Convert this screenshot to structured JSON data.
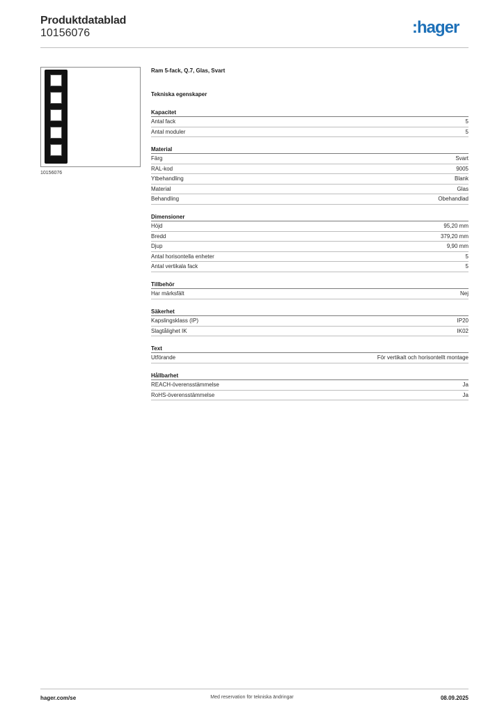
{
  "header": {
    "title": "Produktdatablad",
    "number": "10156076",
    "logo_text": ":hager"
  },
  "image": {
    "caption": "10156076",
    "frame_color": "#111111"
  },
  "product": {
    "title": "Ram 5-fack, Q.7, Glas, Svart",
    "tech_heading": "Tekniska egenskaper"
  },
  "sections": [
    {
      "title": "Kapacitet",
      "rows": [
        {
          "label": "Antal fack",
          "value": "5"
        },
        {
          "label": "Antal moduler",
          "value": "5"
        }
      ]
    },
    {
      "title": "Material",
      "rows": [
        {
          "label": "Färg",
          "value": "Svart"
        },
        {
          "label": "RAL-kod",
          "value": "9005"
        },
        {
          "label": "Ytbehandling",
          "value": "Blank"
        },
        {
          "label": "Material",
          "value": "Glas"
        },
        {
          "label": "Behandling",
          "value": "Obehandlad"
        }
      ]
    },
    {
      "title": "Dimensioner",
      "rows": [
        {
          "label": "Höjd",
          "value": "95,20 mm"
        },
        {
          "label": "Bredd",
          "value": "379,20 mm"
        },
        {
          "label": "Djup",
          "value": "9,90 mm"
        },
        {
          "label": "Antal horisontella enheter",
          "value": "5"
        },
        {
          "label": "Antal vertikala fack",
          "value": "5"
        }
      ]
    },
    {
      "title": "Tillbehör",
      "rows": [
        {
          "label": "Har märksfält",
          "value": "Nej"
        }
      ]
    },
    {
      "title": "Säkerhet",
      "rows": [
        {
          "label": "Kapslingsklass (IP)",
          "value": "IP20"
        },
        {
          "label": "Slagtålighet IK",
          "value": "IK02"
        }
      ]
    },
    {
      "title": "Text",
      "rows": [
        {
          "label": "Utförande",
          "value": "För vertikalt och horisontellt montage"
        }
      ]
    },
    {
      "title": "Hållbarhet",
      "rows": [
        {
          "label": "REACH-överensstämmelse",
          "value": "Ja"
        },
        {
          "label": "RoHS-överensstämmelse",
          "value": "Ja"
        }
      ]
    }
  ],
  "footer": {
    "website": "hager.com/se",
    "disclaimer": "Med reservation för tekniska ändringar",
    "date": "08.09.2025"
  },
  "colors": {
    "brand": "#1d70b8",
    "rule": "#bdbdbd"
  }
}
